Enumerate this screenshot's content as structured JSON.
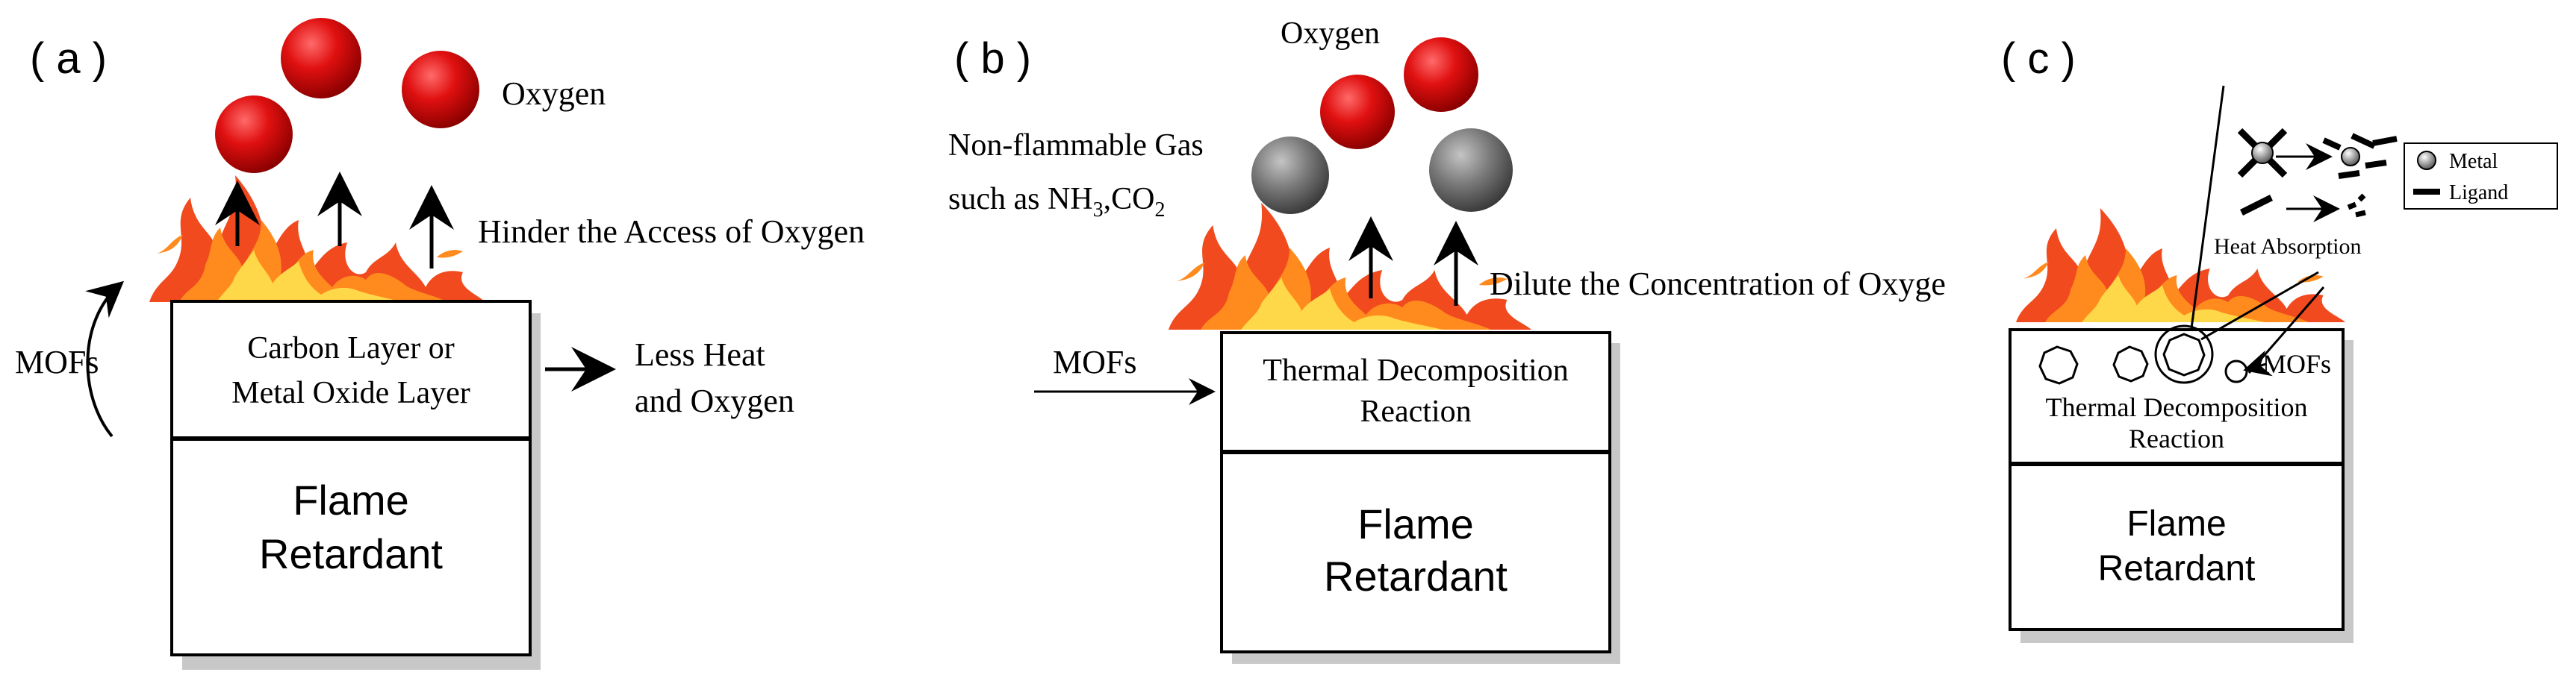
{
  "panels": {
    "a": {
      "label": "( a )",
      "oxygen": "Oxygen",
      "hinder": "Hinder the Access of Oxygen",
      "mofs": "MOFs",
      "layer_line1": "Carbon Layer or",
      "layer_line2": "Metal Oxide Layer",
      "less_line1": "Less Heat",
      "less_line2": "and Oxygen",
      "flame_line1": "Flame",
      "flame_line2": "Retardant"
    },
    "b": {
      "label": "( b )",
      "oxygen": "Oxygen",
      "gas_line1": "Non-flammable Gas",
      "gas_line2_prefix": "such as NH",
      "gas_sub1": "3",
      "gas_mid": ",CO",
      "gas_sub2": "2",
      "dilute": "Dilute the Concentration of Oxyge",
      "mofs": "MOFs",
      "layer_line1": "Thermal Decomposition",
      "layer_line2": "Reaction",
      "flame_line1": "Flame",
      "flame_line2": "Retardant"
    },
    "c": {
      "label": "( c )",
      "legend_metal": "Metal",
      "legend_ligand": "Ligand",
      "heat": "Heat Absorption",
      "mofs": "MOFs",
      "layer_line1": "Thermal Decomposition",
      "layer_line2": "Reaction",
      "flame_line1": "Flame",
      "flame_line2": "Retardant"
    }
  },
  "colors": {
    "oxygen_red": "#d40000",
    "gas_gray": "#7a7a7a",
    "flame_red": "#f04a1e",
    "flame_orange": "#ff8a1e",
    "flame_yellow": "#ffd84a",
    "shadow_gray": "#c8c8c8"
  },
  "icons": [
    "oxygen-molecule-icon",
    "gas-molecule-icon",
    "flame-icon",
    "arrow-icon",
    "metal-node-icon",
    "ligand-icon",
    "mof-ring-icon"
  ]
}
